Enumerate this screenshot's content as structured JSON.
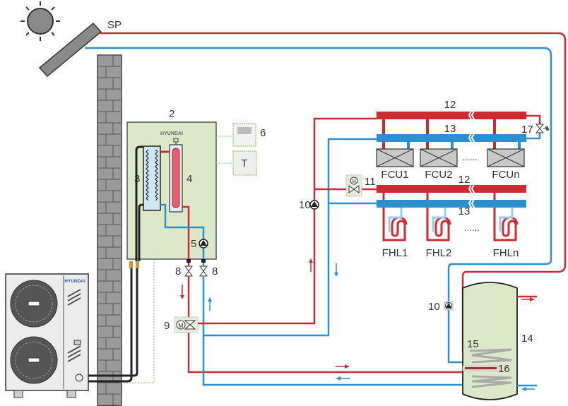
{
  "labels": {
    "solar_panel": "SP",
    "indoor_unit": "2",
    "heat_exchanger": "3",
    "backup_heater": "4",
    "pump_internal": "5",
    "controller": "6",
    "thermostat": "T",
    "valve_left": "8",
    "valve_right": "8",
    "three_way_valve": "9",
    "pump_zone": "10",
    "pump_dhw": "10",
    "two_way_valve": "11",
    "manifold_supply_top": "12",
    "manifold_return_top": "13",
    "manifold_supply_bottom": "12",
    "manifold_return_bottom": "13",
    "dhw_tank": "14",
    "coil": "15",
    "tank_heater": "16",
    "bypass_valve": "17"
  },
  "brand": "HYUNDAI",
  "fan_coils": [
    "FCU1",
    "FCU2",
    "FCUn"
  ],
  "floor_loops": [
    "FHL1",
    "FHL2",
    "FHLn"
  ],
  "ellipsis": "......",
  "motor_symbol": "M",
  "colors": {
    "supply": "#cc2b32",
    "return": "#2e8fcf",
    "unit": "#dde8c8",
    "wall": "#9a9a9a"
  }
}
